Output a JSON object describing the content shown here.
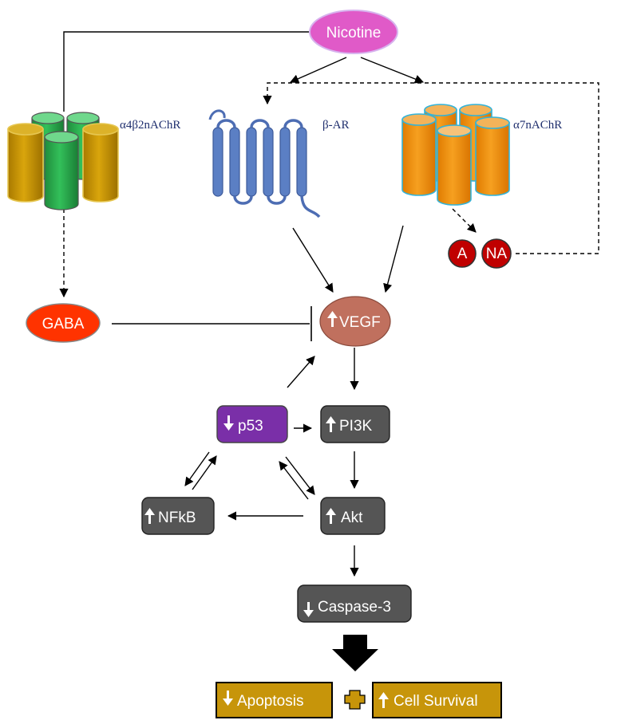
{
  "nodes": {
    "nicotine": "Nicotine",
    "gaba": "GABA",
    "vegf": "VEGF",
    "p53": "p53",
    "pi3k": "PI3K",
    "akt": "Akt",
    "nfkb": "NFkB",
    "caspase3": "Caspase-3",
    "apoptosis": "Apoptosis",
    "cell_survival": "Cell Survival",
    "adrenaline": "A",
    "noradrenaline": "NA"
  },
  "receptors": {
    "a4b2": "α4β2nAChR",
    "beta_ar": "β-AR",
    "a7": "α7nAChR"
  },
  "indicators": {
    "vegf": "up",
    "p53": "down",
    "pi3k": "up",
    "akt": "up",
    "nfkb": "up",
    "caspase3": "down",
    "apoptosis": "down",
    "cell_survival": "up"
  },
  "colors": {
    "nicotine": "#e05ac8",
    "gaba": "#ff3300",
    "vegf": "#c0705e",
    "p53": "#7a2fa8",
    "dark_box": "#555555",
    "outcome": "#c7950a",
    "a_na": "#c00000",
    "a4b2_gold": "#c49000",
    "a4b2_green": "#2eaa4d",
    "beta_ar": "#5b7fc4",
    "a7_orange": "#ee8a00",
    "a7_outline": "#33b3d9"
  },
  "symbols": {
    "plus": "plus-icon",
    "result_arrow": "big-down-arrow-icon",
    "up": "up-arrow-icon",
    "down": "down-arrow-icon"
  }
}
